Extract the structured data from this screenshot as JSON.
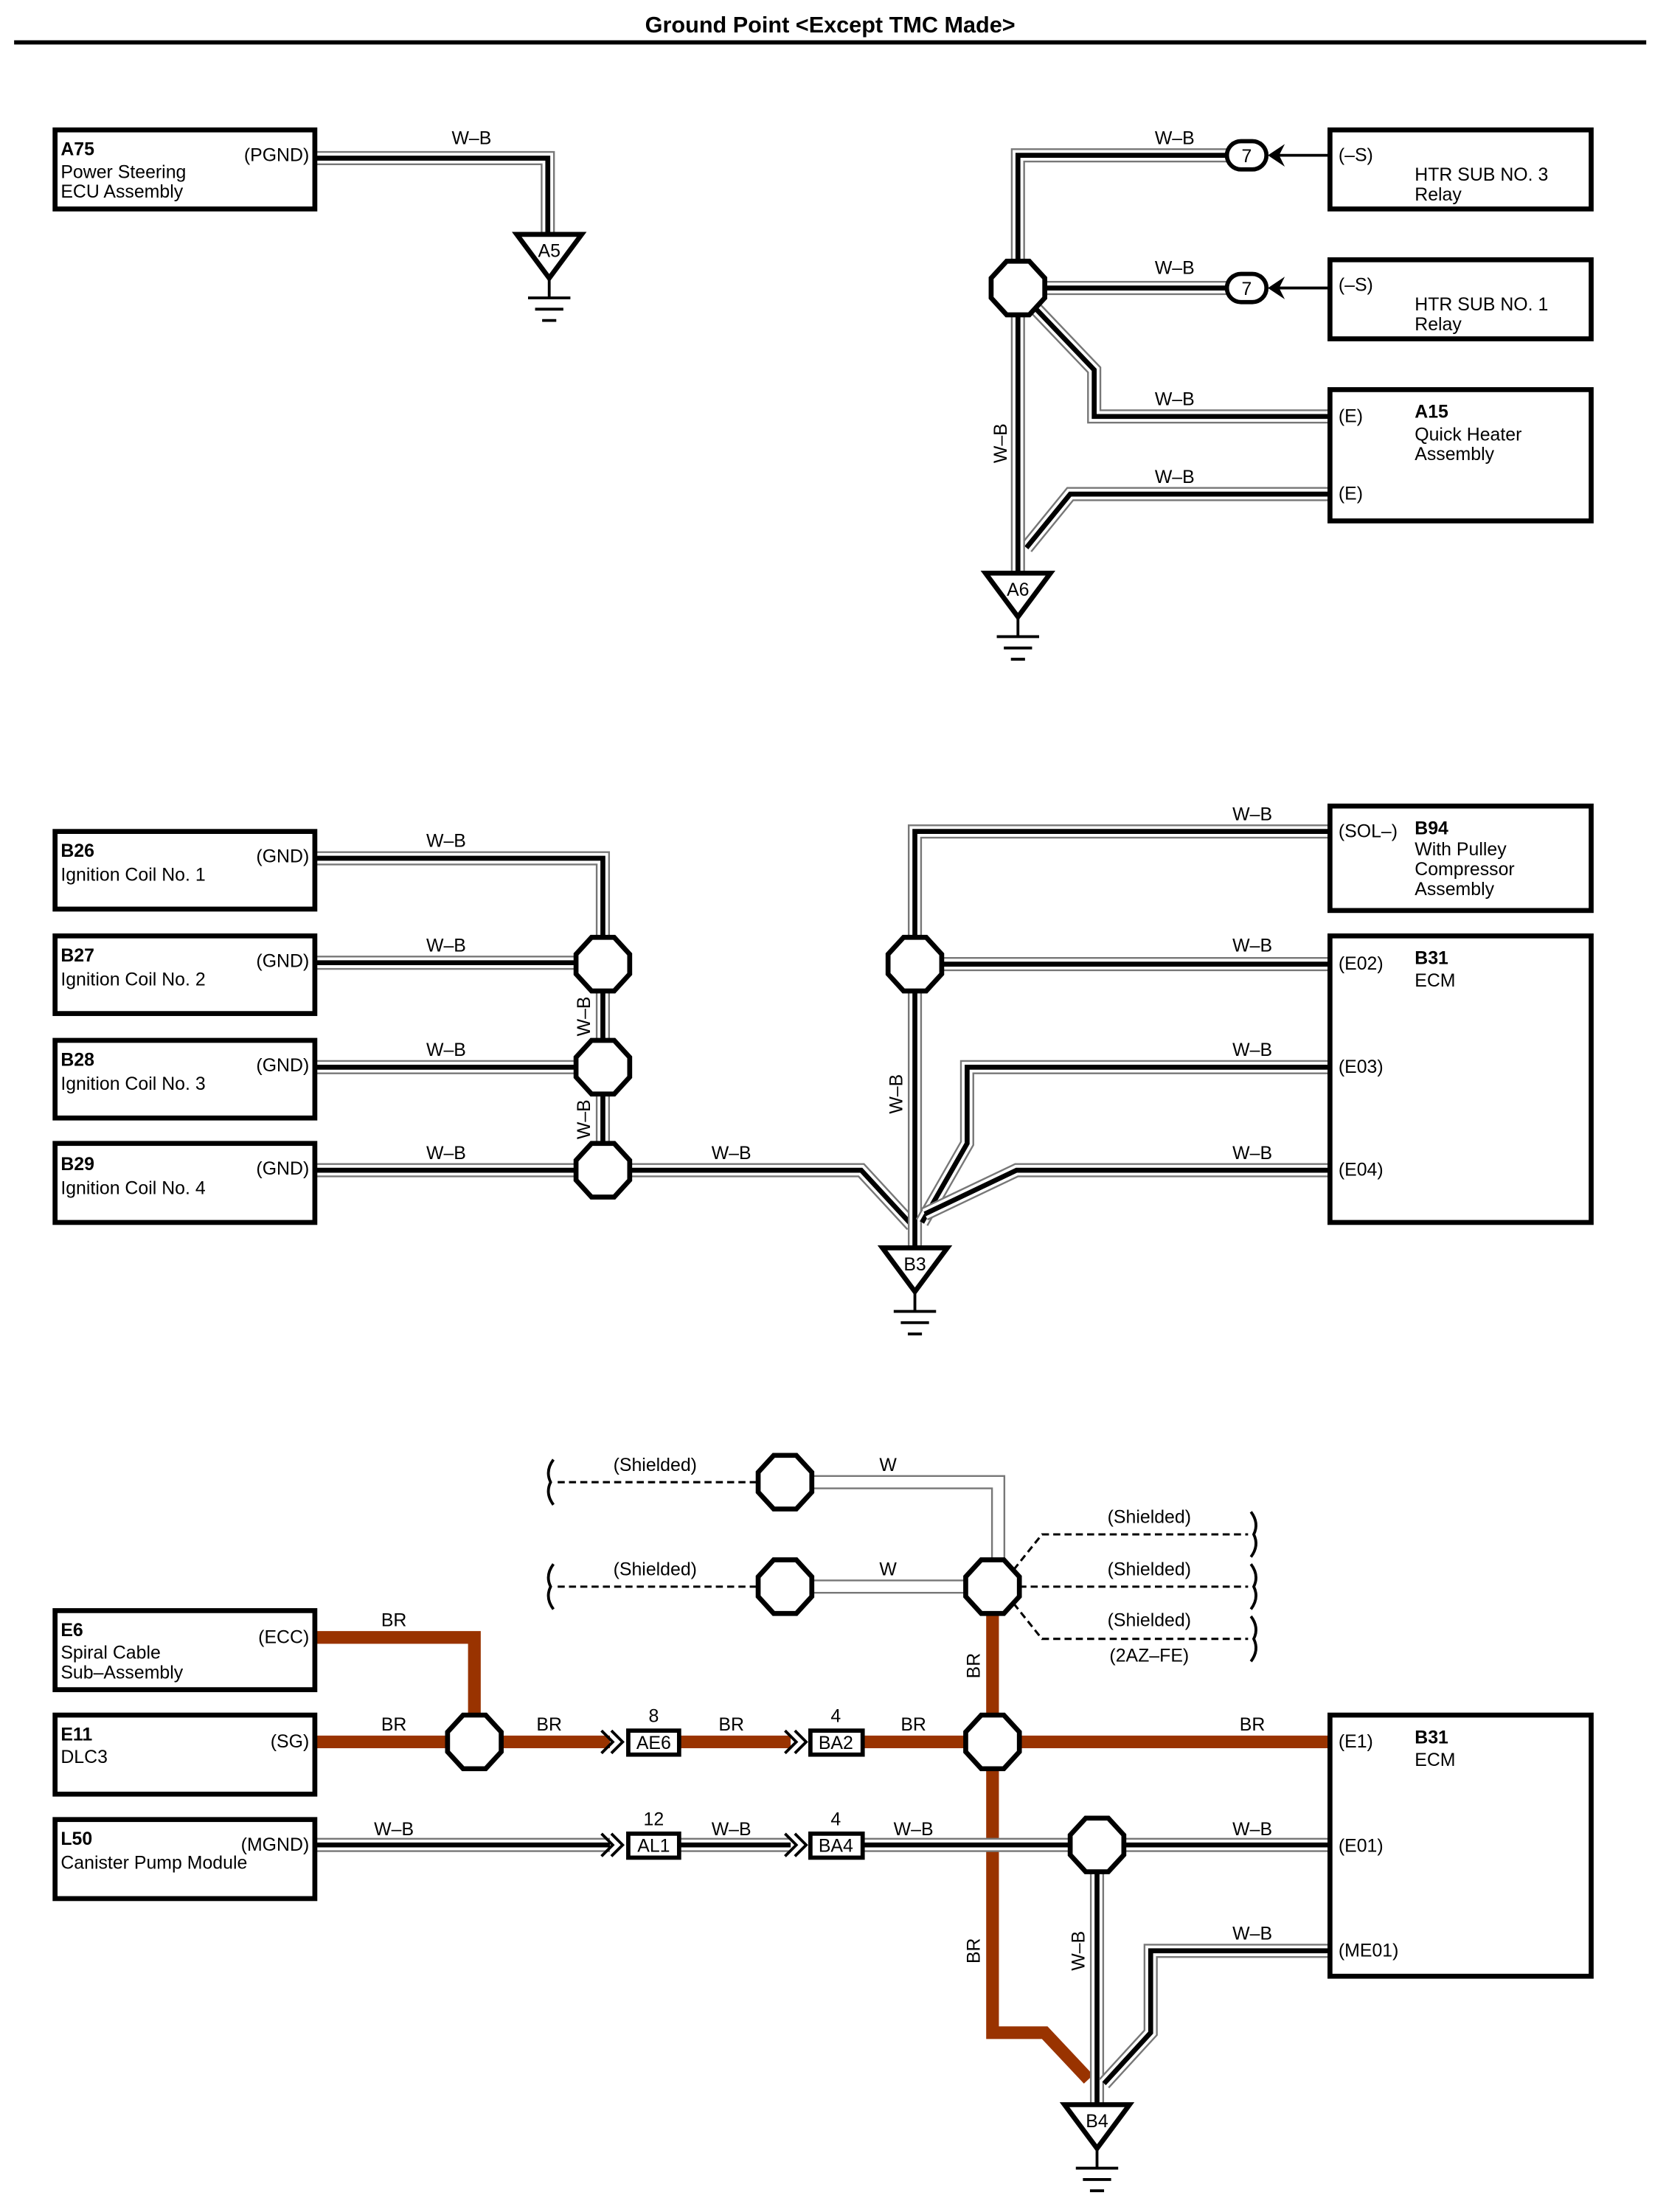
{
  "title": "Ground Point <Except TMC Made>",
  "colors": {
    "br_wire": "#993300",
    "wb_wire_stripe": "#000000",
    "wire_outline": "#777777"
  },
  "wire_colors": {
    "wb": "W–B",
    "br": "BR",
    "w": "W"
  },
  "components": {
    "a75": {
      "code": "A75",
      "name_lines": [
        "Power Steering",
        "ECU Assembly"
      ],
      "pins": [
        "(PGND)"
      ]
    },
    "htr3": {
      "name_lines": [
        "HTR SUB NO. 3",
        "Relay"
      ],
      "pins": [
        "(–S)"
      ]
    },
    "htr1": {
      "name_lines": [
        "HTR SUB NO. 1",
        "Relay"
      ],
      "pins": [
        "(–S)"
      ]
    },
    "a15": {
      "code": "A15",
      "name_lines": [
        "Quick Heater",
        "Assembly"
      ],
      "pins": [
        "(E)",
        "(E)"
      ]
    },
    "b26": {
      "code": "B26",
      "name_lines": [
        "Ignition Coil No. 1"
      ],
      "pins": [
        "(GND)"
      ]
    },
    "b27": {
      "code": "B27",
      "name_lines": [
        "Ignition Coil No. 2"
      ],
      "pins": [
        "(GND)"
      ]
    },
    "b28": {
      "code": "B28",
      "name_lines": [
        "Ignition Coil No. 3"
      ],
      "pins": [
        "(GND)"
      ]
    },
    "b29": {
      "code": "B29",
      "name_lines": [
        "Ignition Coil No. 4"
      ],
      "pins": [
        "(GND)"
      ]
    },
    "b94": {
      "code": "B94",
      "name_lines": [
        "With Pulley",
        "Compressor",
        "Assembly"
      ],
      "pins": [
        "(SOL–)"
      ]
    },
    "b31_mid": {
      "code": "B31",
      "name_lines": [
        "ECM"
      ],
      "pins": [
        "(E02)",
        "(E03)",
        "(E04)"
      ]
    },
    "e6": {
      "code": "E6",
      "name_lines": [
        "Spiral Cable",
        "Sub–Assembly"
      ],
      "pins": [
        "(ECC)"
      ]
    },
    "e11": {
      "code": "E11",
      "name_lines": [
        "DLC3"
      ],
      "pins": [
        "(SG)"
      ]
    },
    "l50": {
      "code": "L50",
      "name_lines": [
        "Canister Pump Module"
      ],
      "pins": [
        "(MGND)"
      ]
    },
    "b31_bot": {
      "code": "B31",
      "name_lines": [
        "ECM"
      ],
      "pins": [
        "(E1)",
        "(E01)",
        "(ME01)"
      ]
    }
  },
  "grounds": {
    "a5": "A5",
    "a6": "A6",
    "b3": "B3",
    "b4": "B4"
  },
  "junction_pins": {
    "htr3": "7",
    "htr1": "7"
  },
  "inline_connectors": {
    "ae6": {
      "code": "AE6",
      "pin": "8"
    },
    "ba2": {
      "code": "BA2",
      "pin": "4"
    },
    "al1": {
      "code": "AL1",
      "pin": "12"
    },
    "ba4": {
      "code": "BA4",
      "pin": "4"
    }
  },
  "shield_labels": {
    "shielded": "(Shielded)",
    "engine": "(2AZ–FE)"
  }
}
